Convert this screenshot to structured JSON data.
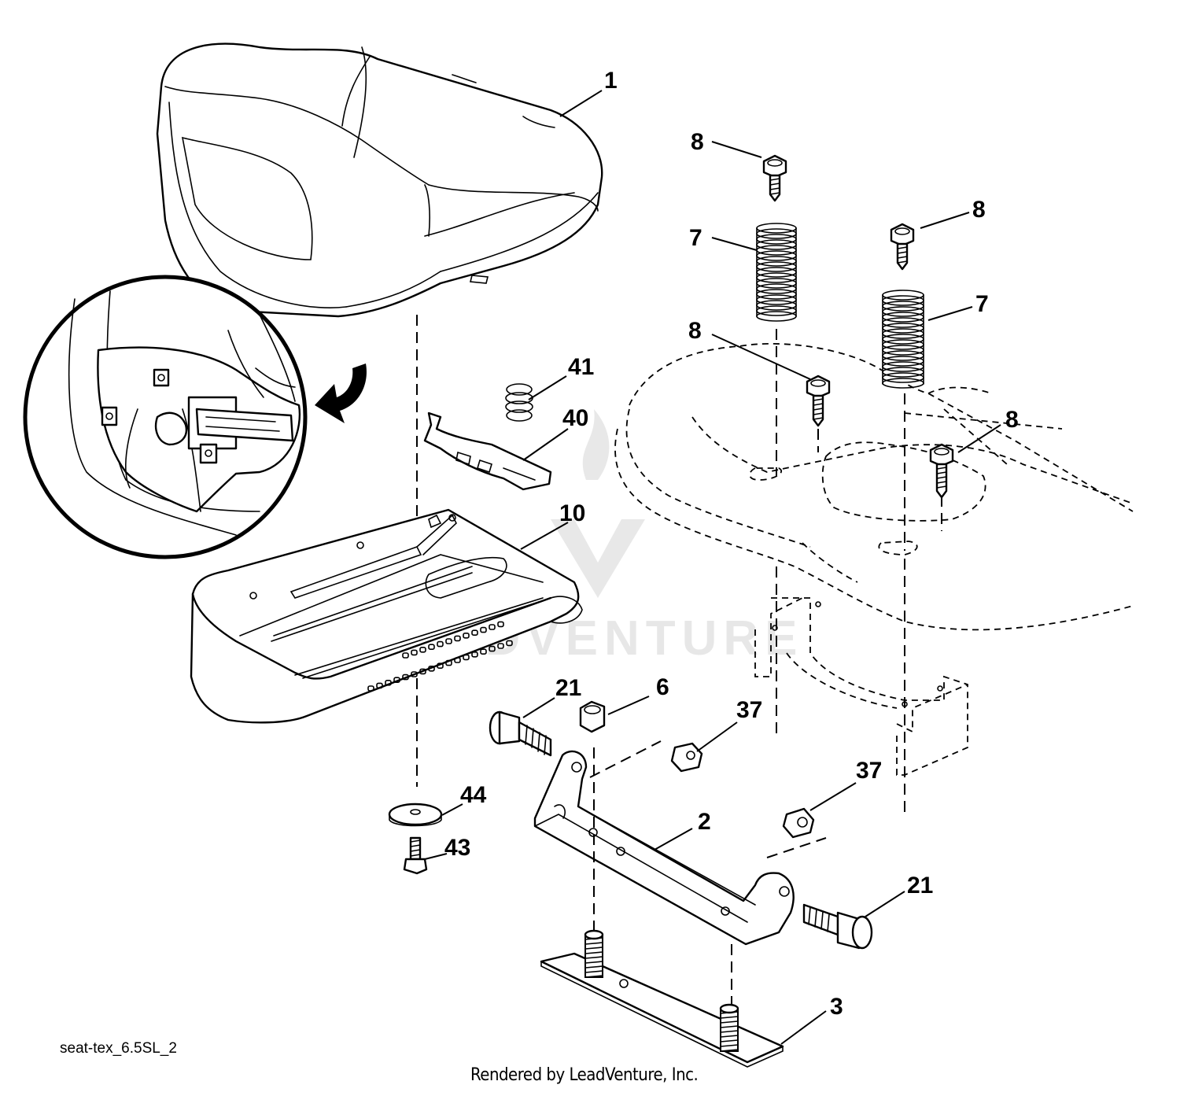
{
  "diagram": {
    "id_label": "seat-tex_6.5SL_2",
    "credit": "Rendered by LeadVenture, Inc.",
    "watermark_text": "LEADVENTURE"
  },
  "callouts": [
    {
      "key": "seat",
      "label": "1"
    },
    {
      "key": "bolt-top-left",
      "label": "8"
    },
    {
      "key": "bolt-top-right",
      "label": "8"
    },
    {
      "key": "spring-left",
      "label": "7"
    },
    {
      "key": "spring-right",
      "label": "7"
    },
    {
      "key": "bolt-mid-left",
      "label": "8"
    },
    {
      "key": "bolt-mid-right",
      "label": "8"
    },
    {
      "key": "small-spring",
      "label": "41"
    },
    {
      "key": "latch-clip",
      "label": "40"
    },
    {
      "key": "seat-pan",
      "label": "10"
    },
    {
      "key": "bolt-left",
      "label": "21"
    },
    {
      "key": "nut-top",
      "label": "6"
    },
    {
      "key": "nut-mid",
      "label": "37"
    },
    {
      "key": "nut-lower",
      "label": "37"
    },
    {
      "key": "washer",
      "label": "44"
    },
    {
      "key": "screw",
      "label": "43"
    },
    {
      "key": "bracket",
      "label": "2"
    },
    {
      "key": "bolt-right",
      "label": "21"
    },
    {
      "key": "plate",
      "label": "3"
    }
  ]
}
